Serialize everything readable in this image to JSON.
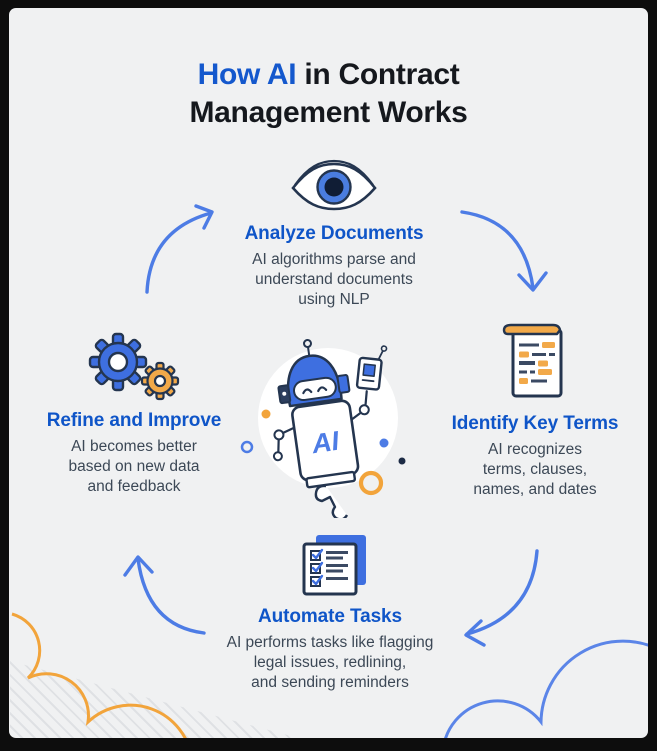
{
  "title": {
    "line1_highlight": "How AI",
    "line1_rest": " in Contract",
    "line2": "Management Works"
  },
  "steps": [
    {
      "heading": "Analyze Documents",
      "body": "AI algorithms parse and\nunderstand documents\nusing NLP",
      "icon": "eye-icon"
    },
    {
      "heading": "Identify Key Terms",
      "body": "AI recognizes\nterms, clauses,\nnames, and dates",
      "icon": "annotated-document-icon"
    },
    {
      "heading": "Automate Tasks",
      "body": "AI performs tasks like flagging\nlegal issues, redlining,\nand sending reminders",
      "icon": "checklist-stack-icon"
    },
    {
      "heading": "Refine and Improve",
      "body": "AI becomes better\nbased on new data\nand feedback",
      "icon": "gears-icon"
    }
  ],
  "center": {
    "label": "AI",
    "icon": "robot-mascot"
  },
  "colors": {
    "background": "#f0f1f2",
    "frame_border": "#0d0d0d",
    "title_text": "#15181d",
    "accent_blue": "#0f55c8",
    "arrow_blue": "#4d7ce5",
    "icon_blue": "#3e6fe0",
    "icon_navy": "#24354f",
    "orange": "#f2a43b",
    "body_text": "#3c4856"
  }
}
